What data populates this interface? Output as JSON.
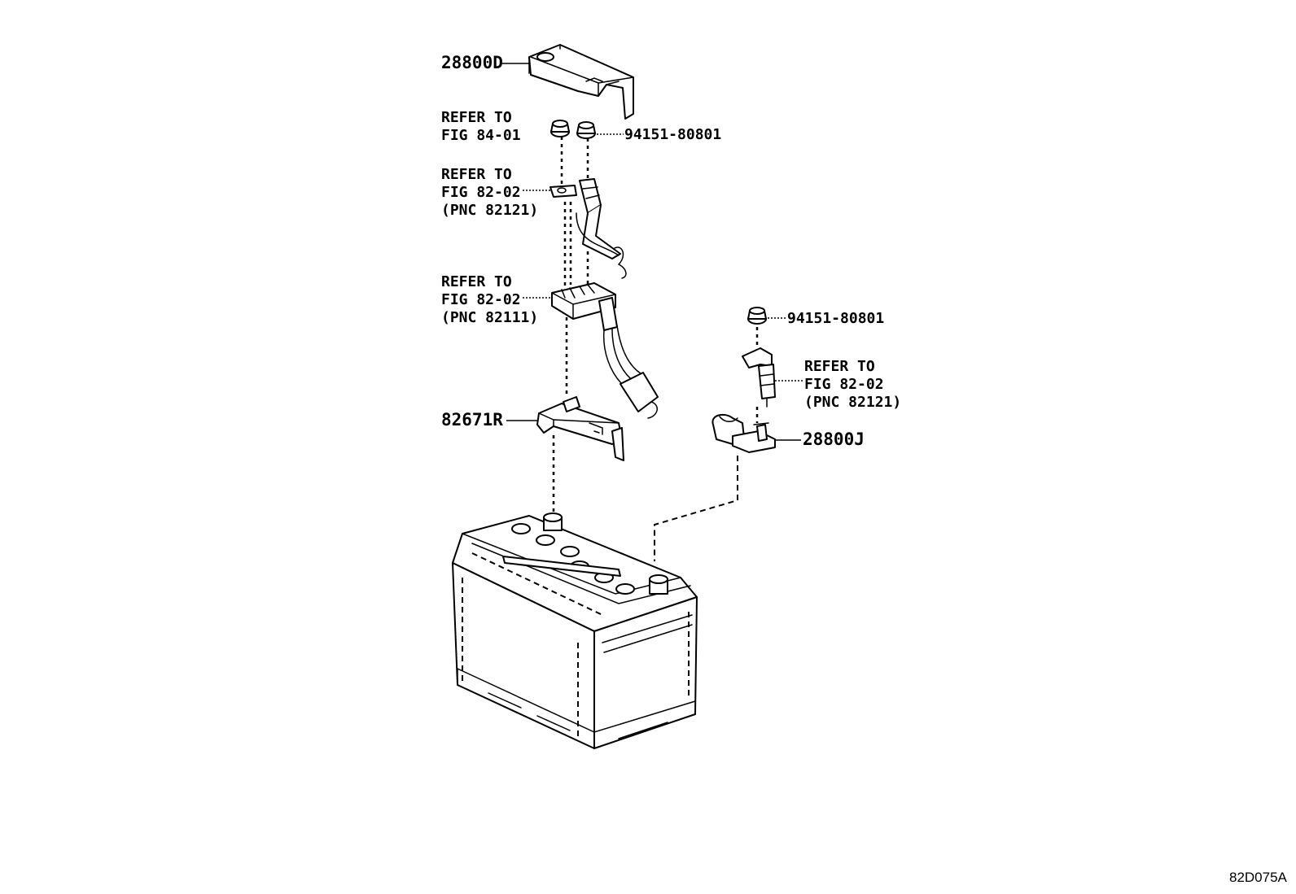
{
  "labels": {
    "cover": "28800D",
    "nut_top": "94151-80801",
    "nut_right": "94151-80801",
    "bracket": "82671R",
    "terminal": "28800J",
    "ref_fig84_l1": "REFER TO",
    "ref_fig84_l2": "FIG 84-01",
    "ref_a_l1": "REFER TO",
    "ref_a_l2": "FIG 82-02",
    "ref_a_l3": "(PNC 82121)",
    "ref_b_l1": "REFER TO",
    "ref_b_l2": "FIG 82-02",
    "ref_b_l3": "(PNC 82111)",
    "ref_c_l1": "REFER TO",
    "ref_c_l2": "FIG 82-02",
    "ref_c_l3": "(PNC 82121)",
    "figure_code": "82D075A"
  }
}
